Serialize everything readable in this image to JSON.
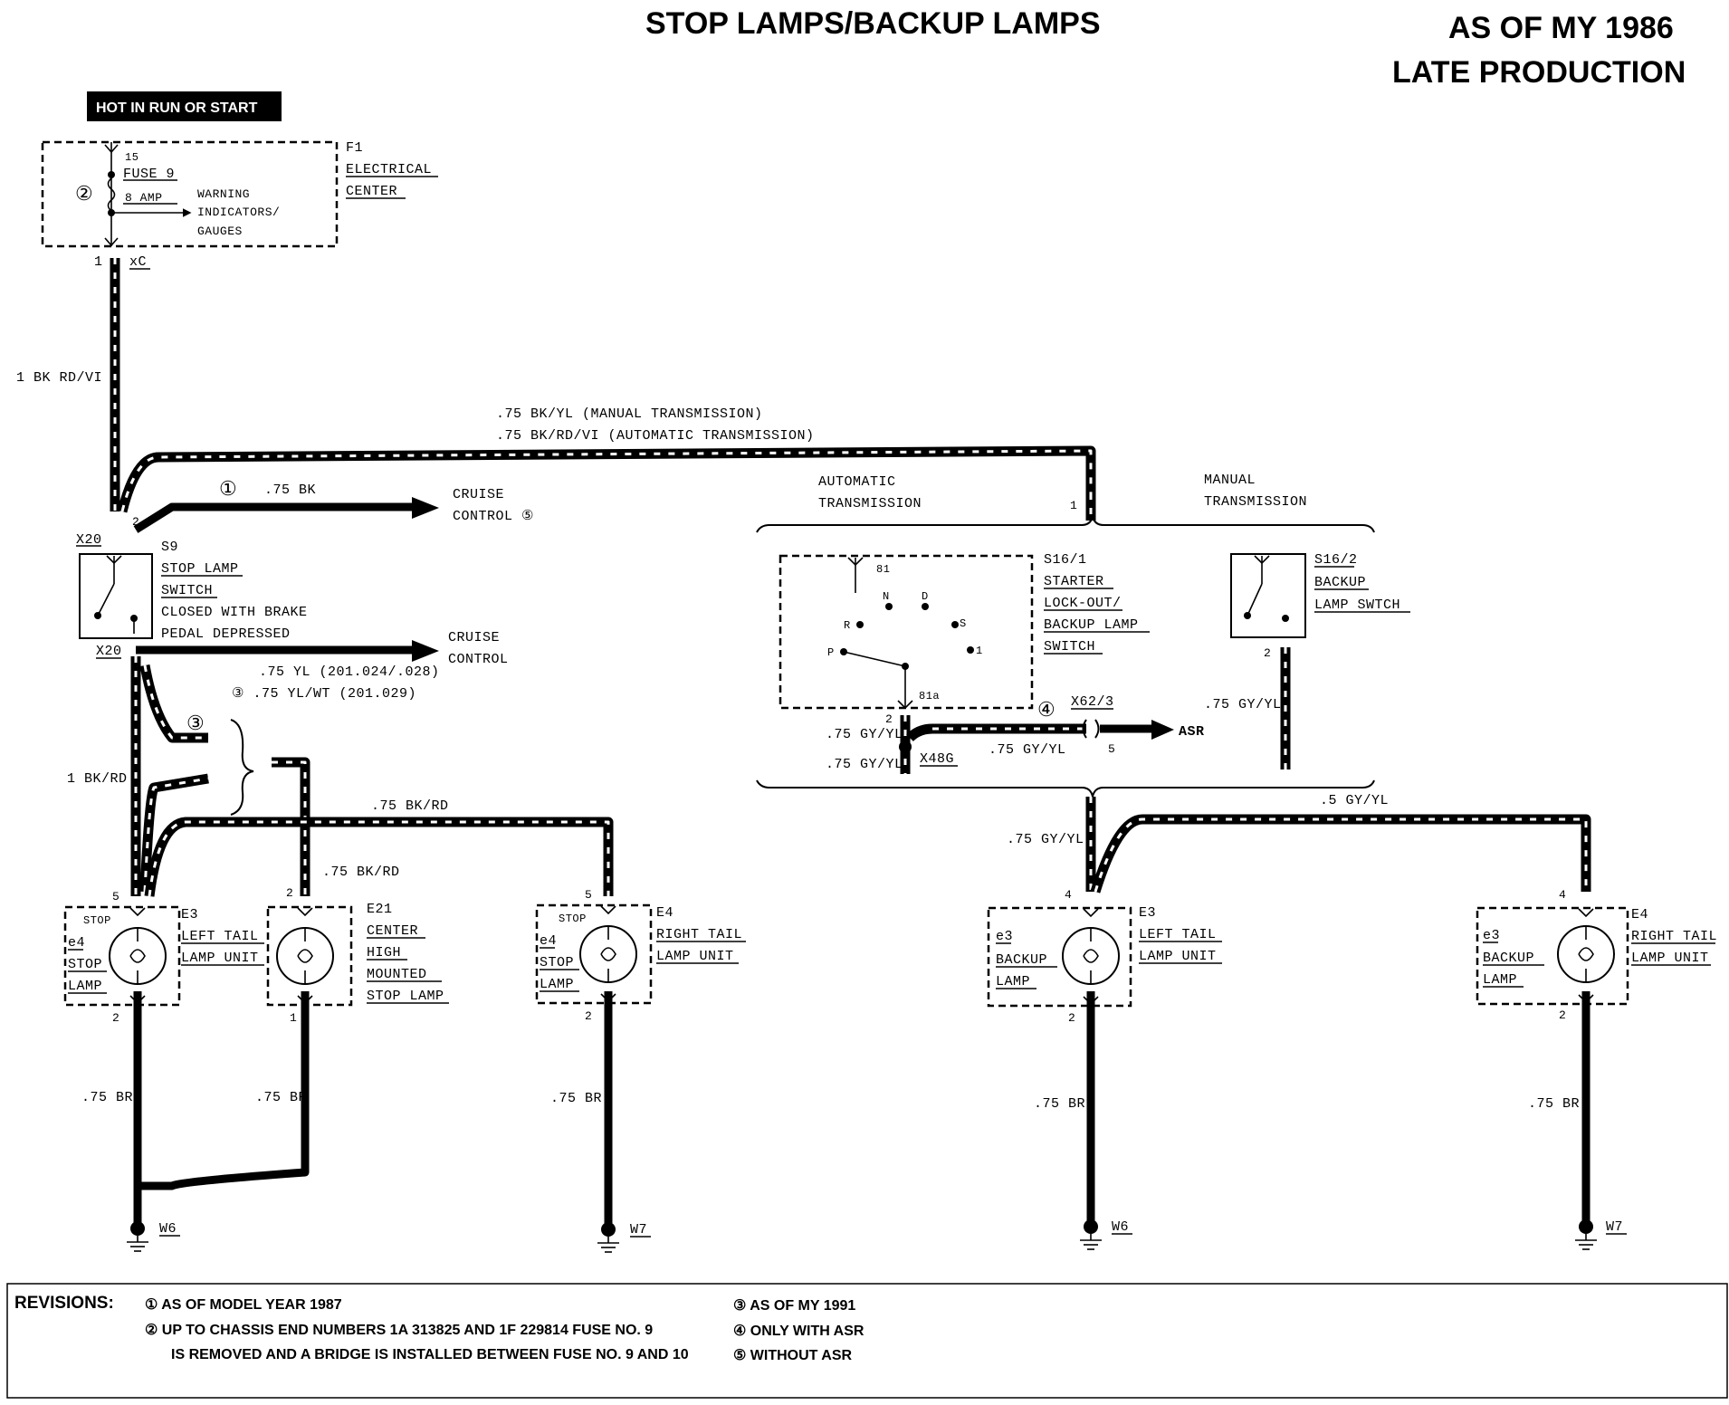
{
  "header": {
    "title": "STOP LAMPS/BACKUP LAMPS",
    "as_of": "AS OF MY 1986",
    "production": "LATE PRODUCTION"
  },
  "hot_label": "HOT IN RUN OR START",
  "fuse_box": {
    "ref": "F1",
    "name_line1": "ELECTRICAL",
    "name_line2": "CENTER",
    "terminal": "15",
    "fuse": "FUSE 9",
    "amp": "8 AMP",
    "note_num": "②",
    "warning1": "WARNING",
    "warning2": "INDICATORS/",
    "warning3": "GAUGES",
    "pin": "1",
    "conn": "xC"
  },
  "wires": {
    "main": "1 BK RD/VI",
    "top_manual": ".75 BK/YL (MANUAL TRANSMISSION)",
    "top_auto": ".75 BK/RD/VI (AUTOMATIC TRANSMISSION)",
    "cruise1_num": "①",
    "cruise1_wire": ".75 BK",
    "cruise1_label1": "CRUISE",
    "cruise1_label2": "CONTROL ⑤",
    "cruise2_label1": "CRUISE",
    "cruise2_label2": "CONTROL",
    "yl1": ".75 YL (201.024/.028)",
    "yl2": "③ .75 YL/WT (201.029)",
    "bkrd": "1 BK/RD",
    "bkrd75_a": ".75 BK/RD",
    "bkrd75_b": ".75 BK/RD",
    "br": ".75 BR",
    "gyyl": ".75 GY/YL",
    "gyyl5": ".5 GY/YL",
    "note3": "③"
  },
  "switch_s9": {
    "conn_top": "X20",
    "conn_bottom": "X20",
    "pin": "2",
    "ref": "S9",
    "l1": "STOP LAMP",
    "l2": "SWITCH",
    "l3": "CLOSED WITH BRAKE",
    "l4": "PEDAL DEPRESSED"
  },
  "auto_label1": "AUTOMATIC",
  "auto_label2": "TRANSMISSION",
  "manual_label1": "MANUAL",
  "manual_label2": "TRANSMISSION",
  "pin_one": "1",
  "s16_1": {
    "ref": "S16/1",
    "l1": "STARTER",
    "l2": "LOCK-OUT/",
    "l3": "BACKUP LAMP",
    "l4": "SWITCH",
    "p81": "81",
    "pN": "N",
    "pD": "D",
    "pR": "R",
    "pS": "S",
    "pP": "P",
    "p1": "1",
    "p81a": "81a",
    "pin": "2"
  },
  "s16_2": {
    "ref": "S16/2",
    "l1": "BACKUP",
    "l2": "LAMP SWTCH",
    "pin": "2"
  },
  "asr": {
    "num": "④",
    "conn": "X62/3",
    "pin": "5",
    "label": "ASR",
    "splice": "X48G",
    "w1": ".75 GY/YL",
    "w2": ".75 GY/YL",
    "w3": ".75 GY/YL"
  },
  "lamps": [
    {
      "pin_top": "5",
      "pin_bot": "2",
      "top": "STOP",
      "ref": "e4",
      "l1": "STOP",
      "l2": "LAMP",
      "unit_ref": "E3",
      "u1": "LEFT TAIL",
      "u2": "LAMP UNIT"
    },
    {
      "pin_top": "2",
      "pin_bot": "1",
      "unit_ref": "E21",
      "u1": "CENTER",
      "u2": "HIGH",
      "u3": "MOUNTED",
      "u4": "STOP LAMP"
    },
    {
      "pin_top": "5",
      "pin_bot": "2",
      "top": "STOP",
      "ref": "e4",
      "l1": "STOP",
      "l2": "LAMP",
      "unit_ref": "E4",
      "u1": "RIGHT TAIL",
      "u2": "LAMP UNIT"
    },
    {
      "pin_top": "4",
      "pin_bot": "2",
      "ref": "e3",
      "l1": "BACKUP",
      "l2": "LAMP",
      "unit_ref": "E3",
      "u1": "LEFT TAIL",
      "u2": "LAMP UNIT"
    },
    {
      "pin_top": "4",
      "pin_bot": "2",
      "ref": "e3",
      "l1": "BACKUP",
      "l2": "LAMP",
      "unit_ref": "E4",
      "u1": "RIGHT TAIL",
      "u2": "LAMP UNIT"
    }
  ],
  "grounds": [
    "W6",
    "W7",
    "W6",
    "W7"
  ],
  "revisions": {
    "label": "REVISIONS:",
    "r1": "① AS OF MODEL YEAR 1987",
    "r2a": "② UP TO CHASSIS END NUMBERS 1A 313825 AND 1F 229814 FUSE NO. 9",
    "r2b": "IS REMOVED AND A BRIDGE IS INSTALLED BETWEEN FUSE NO. 9 AND 10",
    "r3": "③ AS OF MY 1991",
    "r4": "④ ONLY WITH ASR",
    "r5": "⑤ WITHOUT ASR"
  }
}
